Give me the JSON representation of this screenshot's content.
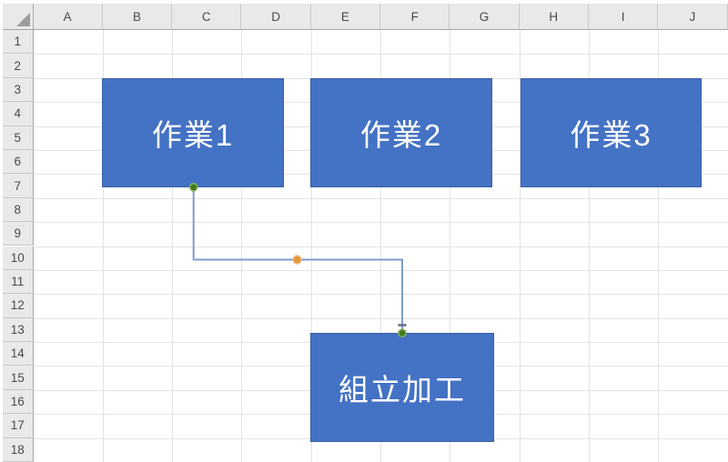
{
  "sheet": {
    "column_headers": [
      "A",
      "B",
      "C",
      "D",
      "E",
      "F",
      "G",
      "H",
      "I",
      "J"
    ],
    "row_headers": [
      "1",
      "2",
      "3",
      "4",
      "5",
      "6",
      "7",
      "8",
      "9",
      "10",
      "11",
      "12",
      "13",
      "14",
      "15",
      "16",
      "17",
      "18"
    ]
  },
  "shapes": [
    {
      "name": "task-1",
      "label": "作業1"
    },
    {
      "name": "task-2",
      "label": "作業2"
    },
    {
      "name": "task-3",
      "label": "作業3"
    },
    {
      "name": "assembly",
      "label": "組立加工"
    }
  ],
  "connector": {
    "type": "elbow",
    "from": "task-1-bottom",
    "to": "assembly-top"
  },
  "colors": {
    "shape_fill": "#4472C4",
    "shape_text": "#FFFFFF",
    "connector_line": "#7E9DC8",
    "endpoint_handle_green": "#43761D",
    "adjust_handle_orange": "#E3953B",
    "header_bg": "#E9E9E9",
    "gridline": "#E3E3E3"
  }
}
